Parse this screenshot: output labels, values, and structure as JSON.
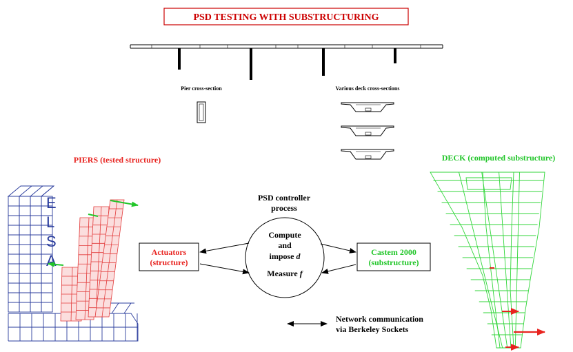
{
  "title": "PSD TESTING WITH SUBSTRUCTURING",
  "labels": {
    "pier_cross_section": "Pier cross-section",
    "deck_cross_sections": "Various deck cross-sections",
    "piers": "PIERS (tested structure)",
    "deck": "DECK (computed substructure)",
    "controller": [
      "PSD controller",
      "process"
    ],
    "compute": [
      "Compute",
      "and",
      "impose"
    ],
    "impose_var": "d",
    "measure": "Measure",
    "measure_var": "f",
    "actuators": [
      "Actuators",
      "(structure)"
    ],
    "castem": [
      "Castem 2000",
      "(substructure)"
    ],
    "network": [
      "Network communication",
      "via Berkeley Sockets"
    ],
    "wall_letters": [
      "E",
      "L",
      "S",
      "A"
    ]
  },
  "colors": {
    "title_text": "#cc0000",
    "title_border": "#cc0000",
    "red": "#e8231f",
    "green": "#22c62a",
    "blue": "#2a3c9c",
    "pier_mesh": "#e23a3a",
    "deck_mesh": "#31d63a",
    "black": "#000000"
  }
}
